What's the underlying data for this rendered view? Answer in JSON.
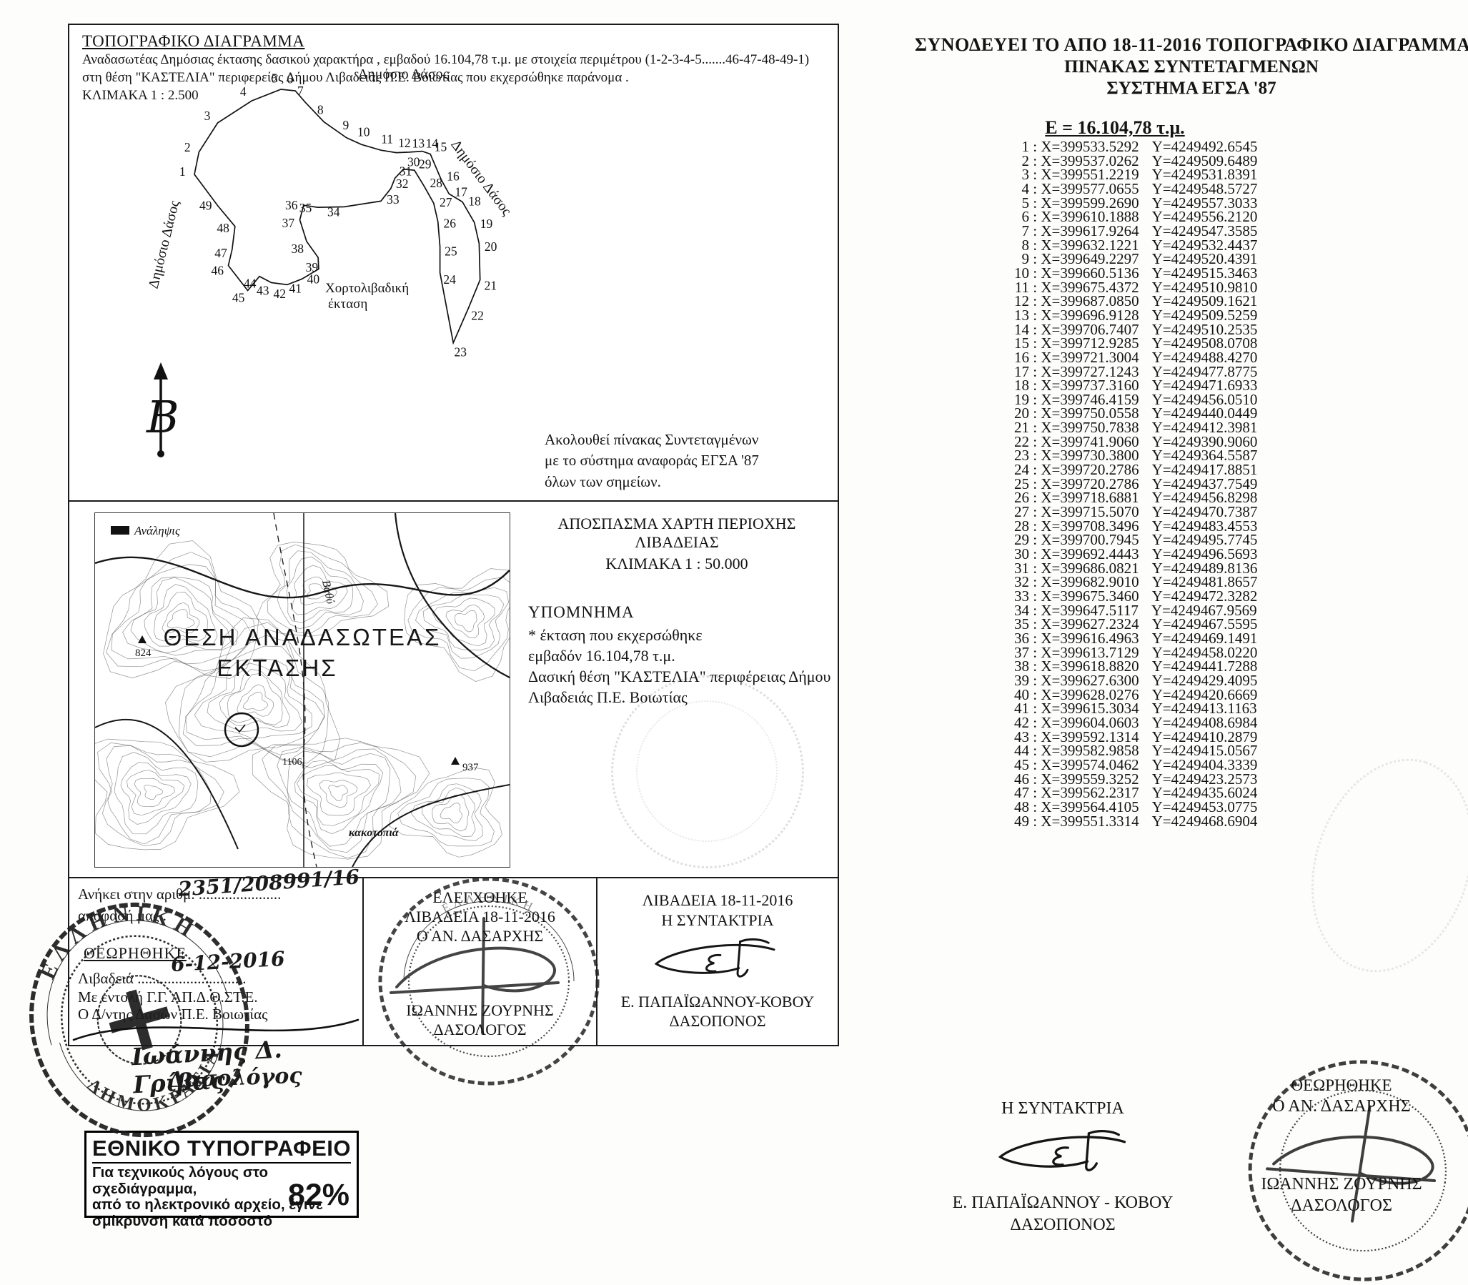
{
  "left_page": {
    "header": {
      "title": "ΤΟΠΟΓΡΑΦΙΚΟ ΔΙΑΓΡΑΜΜΑ",
      "line1": "Αναδασωτέας Δημόσιας  έκτασης δασικού χαρακτήρα , εμβαδού 16.104,78 τ.μ. με στοιχεία περιμέτρου (1-2-3-4-5.......46-47-48-49-1)",
      "line2": "στη θέση \"ΚΑΣΤΕΛΙΑ\" περιφερείας Δήμου Λιβαδειάς Π.Ε. Βοιωτίας που εκχερσώθηκε παράνομα .",
      "scale": "ΚΛΙΜΑΚΑ  1 : 2.500"
    },
    "diagram": {
      "label_top": "Δημόσιο  Δάσος",
      "label_left": "Δημόσιο  Δάσος",
      "label_right": "Δημόσιο  Δάσος",
      "grass1": "Χορτολιβαδική",
      "grass2": "έκταση",
      "north_letter": "B",
      "note": [
        "Ακολουθεί  πίνακας  Συντεταγμένων",
        "με το σύστημα αναφοράς  ΕΓΣΑ '87",
        "όλων  των  σημείων."
      ]
    },
    "map_section": {
      "title": "ΑΠΟΣΠΑΣΜΑ  ΧΑΡΤΗ   ΠΕΡΙΟΧΗΣ  ΛΙΒΑΔΕΙΑΣ",
      "scale": "ΚΛΙΜΑΚΑ   1 : 50.000",
      "legend_title": "ΥΠΟΜΝΗΜΑ",
      "legend": [
        "* έκταση που εκχερσώθηκε",
        "εμβαδόν 16.104,78 τ.μ.",
        "Δασική θέση \"ΚΑΣΤΕΛΙΑ\" περιφέρειας Δήμου",
        "Λιβαδειάς Π.Ε. Βοιωτίας"
      ],
      "map_labels": {
        "place1": "ΘΕΣΗ  ΑΝΑΔΑΣΩΤΕΑΣ",
        "place2": "ΕΚΤΑΣΗΣ",
        "top_left": "Ανάληψις",
        "bottom": "κακοτοπιά",
        "vathy": "Βαθύ",
        "elev1": "824",
        "elev2": "937",
        "elev3": "1106"
      }
    },
    "approvals": {
      "box1": {
        "prefix": "Ανήκει στην αριθμ.",
        "dots": "......................",
        "hand_number": "2351/208991/16",
        "line2": "απόφασή μας .",
        "approved": "ΘΕΩΡΗΘΗΚΕ",
        "place": "Λιβαδειά",
        "place_dots": ".............................",
        "hand_date": "6-12-2016",
        "order": "Με εντολή Γ.Γ. ΑΠ.Δ.Θ.ΣΤ.Ε.",
        "director": "Ο Δ/ντης Δασών Π.Ε. Βοιωτίας",
        "sig_name": "Ιωάννης Δ. Γρίβας",
        "sig_title": "Δασολόγος",
        "stamp_top": "ΕΛΛΗΝΙΚΗ",
        "stamp_bottom": "ΔΗΜΟΚΡΑΤΙΑ"
      },
      "box2": {
        "checked": "ΕΛΕΓΧΘΗΚΕ",
        "place_date": "ΛΙΒΑΔΕΙΑ   18-11-2016",
        "role": "Ο ΑΝ. ΔΑΣΑΡΧΗΣ",
        "name": "ΙΩΑΝΝΗΣ ΖΟΥΡΝΗΣ",
        "title": "ΔΑΣΟΛΟΓΟΣ"
      },
      "box3": {
        "place_date": "ΛΙΒΑΔΕΙΑ 18-11-2016",
        "role": "Η ΣΥΝΤΑΚΤΡΙΑ",
        "name": "Ε. ΠΑΠΑΪΩΑΝΝΟΥ-ΚΟΒΟΥ",
        "title": "ΔΑΣΟΠΟΝΟΣ"
      }
    },
    "print_note": {
      "title": "ΕΘΝΙΚΟ ΤΥΠΟΓΡΑΦΕΙΟ",
      "line1": "Για τεχνικούς λόγους στο σχεδιάγραμμα,",
      "line2": "από το ηλεκτρονικό αρχείο, έγινε",
      "line3": "σμίκρυνση κατά ποσοστό",
      "percent": "82%"
    }
  },
  "right_page": {
    "header1": "ΣΥΝΟΔΕΥΕΙ ΤΟ ΑΠΟ 18-11-2016 ΤΟΠΟΓΡΑΦΙΚΟ ΔΙΑΓΡΑΜΜΑ",
    "header2": "ΠΙΝΑΚΑΣ ΣΥΝΤΕΤΑΓΜΕΝΩΝ",
    "header3": "ΣΥΣΤΗΜΑ ΕΓΣΑ '87",
    "area": "Ε = 16.104,78 τ.μ.",
    "signer_left": {
      "role": "Η ΣΥΝΤΑΚΤΡΙΑ",
      "name": "Ε. ΠΑΠΑΪΩΑΝΝΟΥ - ΚΟΒΟΥ",
      "title": "ΔΑΣΟΠΟΝΟΣ"
    },
    "signer_right": {
      "approved": "ΘΕΩΡΗΘΗΚΕ",
      "role": "Ο ΑΝ. ΔΑΣΑΡΧΗΣ",
      "name": "ΙΩΑΝΝΗΣ  ΖΟΥΡΝΗΣ",
      "title": "ΔΑΣΟΛΟΓΟΣ"
    }
  },
  "coordinates": {
    "points": [
      [
        1,
        "399533.5292",
        "4249492.6545"
      ],
      [
        2,
        "399537.0262",
        "4249509.6489"
      ],
      [
        3,
        "399551.2219",
        "4249531.8391"
      ],
      [
        4,
        "399577.0655",
        "4249548.5727"
      ],
      [
        5,
        "399599.2690",
        "4249557.3033"
      ],
      [
        6,
        "399610.1888",
        "4249556.2120"
      ],
      [
        7,
        "399617.9264",
        "4249547.3585"
      ],
      [
        8,
        "399632.1221",
        "4249532.4437"
      ],
      [
        9,
        "399649.2297",
        "4249520.4391"
      ],
      [
        10,
        "399660.5136",
        "4249515.3463"
      ],
      [
        11,
        "399675.4372",
        "4249510.9810"
      ],
      [
        12,
        "399687.0850",
        "4249509.1621"
      ],
      [
        13,
        "399696.9128",
        "4249509.5259"
      ],
      [
        14,
        "399706.7407",
        "4249510.2535"
      ],
      [
        15,
        "399712.9285",
        "4249508.0708"
      ],
      [
        16,
        "399721.3004",
        "4249488.4270"
      ],
      [
        17,
        "399727.1243",
        "4249477.8775"
      ],
      [
        18,
        "399737.3160",
        "4249471.6933"
      ],
      [
        19,
        "399746.4159",
        "4249456.0510"
      ],
      [
        20,
        "399750.0558",
        "4249440.0449"
      ],
      [
        21,
        "399750.7838",
        "4249412.3981"
      ],
      [
        22,
        "399741.9060",
        "4249390.9060"
      ],
      [
        23,
        "399730.3800",
        "4249364.5587"
      ],
      [
        24,
        "399720.2786",
        "4249417.8851"
      ],
      [
        25,
        "399720.2786",
        "4249437.7549"
      ],
      [
        26,
        "399718.6881",
        "4249456.8298"
      ],
      [
        27,
        "399715.5070",
        "4249470.7387"
      ],
      [
        28,
        "399708.3496",
        "4249483.4553"
      ],
      [
        29,
        "399700.7945",
        "4249495.7745"
      ],
      [
        30,
        "399692.4443",
        "4249496.5693"
      ],
      [
        31,
        "399686.0821",
        "4249489.8136"
      ],
      [
        32,
        "399682.9010",
        "4249481.8657"
      ],
      [
        33,
        "399675.3460",
        "4249472.3282"
      ],
      [
        34,
        "399647.5117",
        "4249467.9569"
      ],
      [
        35,
        "399627.2324",
        "4249467.5595"
      ],
      [
        36,
        "399616.4963",
        "4249469.1491"
      ],
      [
        37,
        "399613.7129",
        "4249458.0220"
      ],
      [
        38,
        "399618.8820",
        "4249441.7288"
      ],
      [
        39,
        "399627.6300",
        "4249429.4095"
      ],
      [
        40,
        "399628.0276",
        "4249420.6669"
      ],
      [
        41,
        "399615.3034",
        "4249413.1163"
      ],
      [
        42,
        "399604.0603",
        "4249408.6984"
      ],
      [
        43,
        "399592.1314",
        "4249410.2879"
      ],
      [
        44,
        "399582.9858",
        "4249415.0567"
      ],
      [
        45,
        "399574.0462",
        "4249404.3339"
      ],
      [
        46,
        "399559.3252",
        "4249423.2573"
      ],
      [
        47,
        "399562.2317",
        "4249435.6024"
      ],
      [
        48,
        "399564.4105",
        "4249453.0775"
      ],
      [
        49,
        "399551.3314",
        "4249468.6904"
      ]
    ]
  }
}
